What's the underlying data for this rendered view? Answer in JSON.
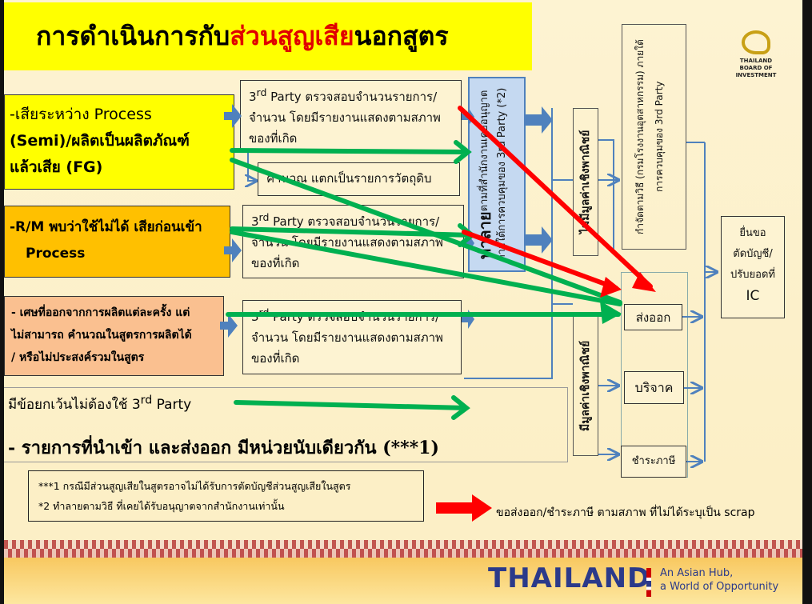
{
  "title": {
    "part1": "การดำเนินการกับ",
    "part2_red": "ส่วนสูญเสีย",
    "part3": "นอกสูตร"
  },
  "logo": {
    "line1": "THAILAND",
    "line2": "BOARD OF",
    "line3": "INVESTMENT"
  },
  "sources": [
    {
      "line1": "-เสียระหว่าง Process",
      "line2": "(Semi)/ผลิตเป็นผลิตภัณฑ์",
      "line3": "แล้วเสีย  (FG)"
    },
    {
      "line1": "-R/M พบว่าใช้ไม่ได้ เสียก่อนเข้า",
      "line2": "Process"
    },
    {
      "line1": "- เศษที่ออกจากการผลิตแต่ละครั้ง แต่",
      "line2": "ไม่สามารถ คำนวณในสูตรการผลิตได้",
      "line3": "/ หรือไม่ประสงค์รวมในสูตร"
    }
  ],
  "checks": [
    {
      "prefix": "3",
      "sup": "rd",
      "text": " Party ตรวจสอบจำนวนรายการ/",
      "line2": "จำนวน โดยมีรายงานแสดงตามสภาพ",
      "line3": "ของที่เกิด"
    },
    {
      "prefix": "3",
      "sup": "rd",
      "text": " Party ตรวจสอบจำนวนรายการ/",
      "line2": "จำนวน โดยมีรายงานแสดงตามสภาพ",
      "line3": "ของที่เกิด"
    },
    {
      "prefix": "3",
      "sup": "rd",
      "text": " Party ตรวจสอบจำนวนรายการ/",
      "line2": "จำนวน โดยมีรายงานแสดงตามสภาพ",
      "line3": "ของที่เกิด"
    }
  ],
  "calc_box": "คำนวณ แตกเป็นรายการวัตถุดิบ",
  "destroy_box": {
    "bold": "ทำลาย",
    "rest": "ตามที่สำนักงานเคยอนุญาต",
    "line2": "ภายใต้การควบคุมของ 3rd Party (*2)"
  },
  "no_value": "ไม่มีมูลค่าเชิงพาณิชย์",
  "has_value": "มีมูลค่าเชิงพาณิชย์",
  "dispose": {
    "line1": "กำจัดตามวิธี (กรมโรงงานอุตสาหกรรม) ภายใต้",
    "line2": "การควบคุมของ 3rd Party"
  },
  "outcomes": [
    "ส่งออก",
    "บริจาค",
    "ชำระภาษี"
  ],
  "request": {
    "line1": "ยื่นขอ",
    "line2": "ตัดบัญชี/",
    "line3": "ปรับยอดที่",
    "line4": "IC"
  },
  "exception": {
    "prefix": "มีข้อยกเว้นไม่ต้องใช้ 3",
    "sup": "rd",
    "suffix": " Party"
  },
  "same_unit": "- รายการที่นำเข้า และส่งออก มีหน่วยนับเดียวกัน (***1)",
  "notes": [
    "***1 กรณีมีส่วนสูญเสียในสูตรอาจไม่ได้รับการตัดบัญชีส่วนสูญเสียในสูตร",
    "*2 ทำลายตามวิธี ที่เคยได้รับอนุญาตจากสำนักงานเท่านั้น"
  ],
  "legend_red": "ขอส่งออก/ชำระภาษี ตามสภาพ ที่ไม่ได้ระบุเป็น scrap",
  "footer": {
    "brand": "THAILAND",
    "tag1": "An Asian Hub,",
    "tag2": "a World of Opportunity"
  },
  "colors": {
    "green": "#00b050",
    "red": "#ff0000",
    "blue": "#4f81bd",
    "yellow": "#ffff00",
    "orange": "#ffc000",
    "peach": "#fac090"
  }
}
